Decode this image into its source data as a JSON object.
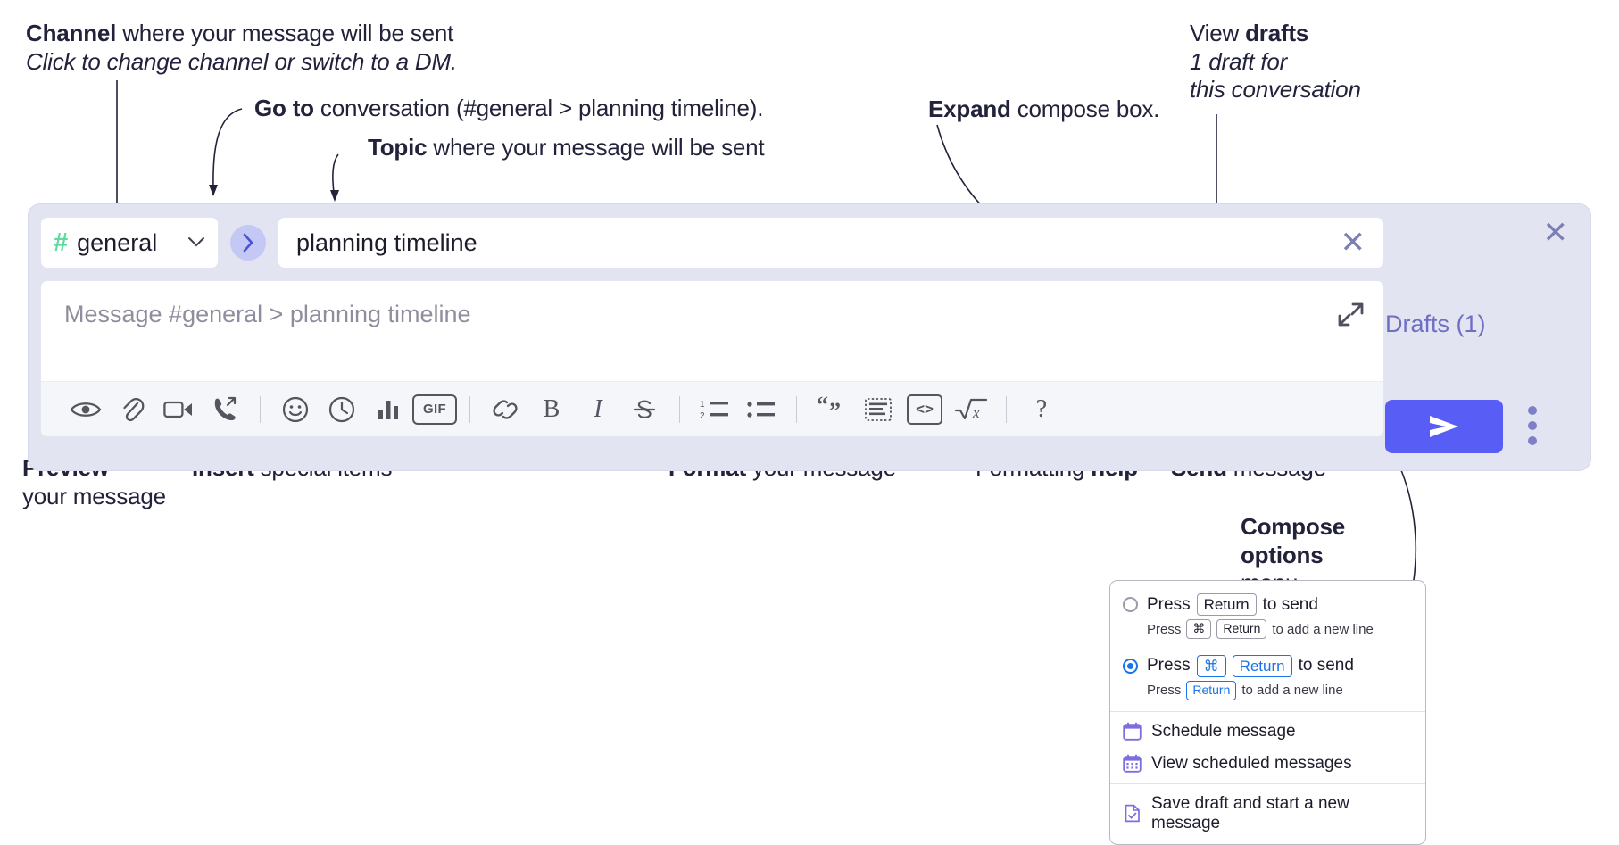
{
  "annotations": {
    "channel": {
      "bold": "Channel",
      "rest": " where your message will be sent",
      "sub": "Click to change channel or switch to a DM."
    },
    "goto": {
      "bold": "Go to",
      "rest": " conversation (#general > planning timeline)."
    },
    "topic": {
      "bold": "Topic",
      "rest": " where your message will be sent"
    },
    "expand": {
      "bold": "Expand",
      "rest": " compose box."
    },
    "drafts": {
      "lead": "View ",
      "bold": "drafts",
      "sub1": "1 draft for",
      "sub2": "this conversation"
    },
    "preview": {
      "bold": "Preview",
      "sub": "your message"
    },
    "insert": {
      "bold": "Insert",
      "rest": " special items"
    },
    "format": {
      "bold": "Format",
      "rest": " your message"
    },
    "help": {
      "lead": "Formatting ",
      "bold": "help"
    },
    "send": {
      "bold": "Send",
      "rest": " message"
    },
    "compose_options": {
      "bold1": "Compose",
      "bold2": "options",
      "rest": "menu"
    }
  },
  "compose": {
    "channel_name": "general",
    "hash_icon": "hash-icon",
    "chevron": "chevron-down-icon",
    "goto_icon": "chevron-right-icon",
    "topic_value": "planning timeline",
    "topic_clear_icon": "close-icon",
    "message_placeholder": "Message #general > planning timeline",
    "expand_icon": "expand-icon",
    "panel_close_icon": "close-icon",
    "drafts_label": "Drafts (1)",
    "send_icon": "send-paper-plane-icon",
    "overflow_icon": "kebab-menu-icon",
    "gif_label": "GIF",
    "help_label": "?",
    "toolbar": [
      {
        "name": "preview-icon",
        "title": "Preview"
      },
      {
        "name": "attachment-icon",
        "title": "Attach file"
      },
      {
        "name": "video-icon",
        "title": "Record video clip"
      },
      {
        "name": "audio-call-icon",
        "title": "Record audio clip"
      },
      {
        "sep": true
      },
      {
        "name": "emoji-icon",
        "title": "Emoji"
      },
      {
        "name": "clock-icon",
        "title": "Reminder"
      },
      {
        "name": "poll-icon",
        "title": "Poll"
      },
      {
        "name": "gif-icon",
        "title": "GIF"
      },
      {
        "sep": true
      },
      {
        "name": "link-icon",
        "title": "Link"
      },
      {
        "name": "bold-icon",
        "title": "Bold"
      },
      {
        "name": "italic-icon",
        "title": "Italic"
      },
      {
        "name": "strikethrough-icon",
        "title": "Strikethrough"
      },
      {
        "sep": true
      },
      {
        "name": "ordered-list-icon",
        "title": "Ordered list"
      },
      {
        "name": "bulleted-list-icon",
        "title": "Bulleted list"
      },
      {
        "sep": true
      },
      {
        "name": "blockquote-icon",
        "title": "Blockquote"
      },
      {
        "name": "code-block-icon",
        "title": "Code block"
      },
      {
        "name": "code-icon",
        "title": "Code"
      },
      {
        "name": "math-icon",
        "title": "Math"
      },
      {
        "sep": true
      },
      {
        "name": "help-icon",
        "title": "Formatting help"
      }
    ]
  },
  "options_menu": {
    "option1": {
      "selected": false,
      "press": "Press",
      "key": "Return",
      "to_send": "to send",
      "sub_press": "Press",
      "sub_key1": "⌘",
      "sub_key2": "Return",
      "sub_tail": "to add a new line"
    },
    "option2": {
      "selected": true,
      "press": "Press",
      "key1": "⌘",
      "key2": "Return",
      "to_send": "to send",
      "sub_press": "Press",
      "sub_key": "Return",
      "sub_tail": "to add a new line"
    },
    "items": [
      {
        "label": "Schedule message",
        "icon": "calendar-icon"
      },
      {
        "label": "View scheduled messages",
        "icon": "calendar-grid-icon"
      },
      {
        "label": "Save draft and start a new message",
        "icon": "draft-check-icon"
      }
    ]
  },
  "colors": {
    "panel_bg": "#e3e4f1",
    "accent_send": "#575df5",
    "hash_green": "#5fd9a0",
    "drafts_purple": "#6e6fc4",
    "goto_bubble": "#c3c8f5",
    "radio_blue": "#1a73e8"
  }
}
